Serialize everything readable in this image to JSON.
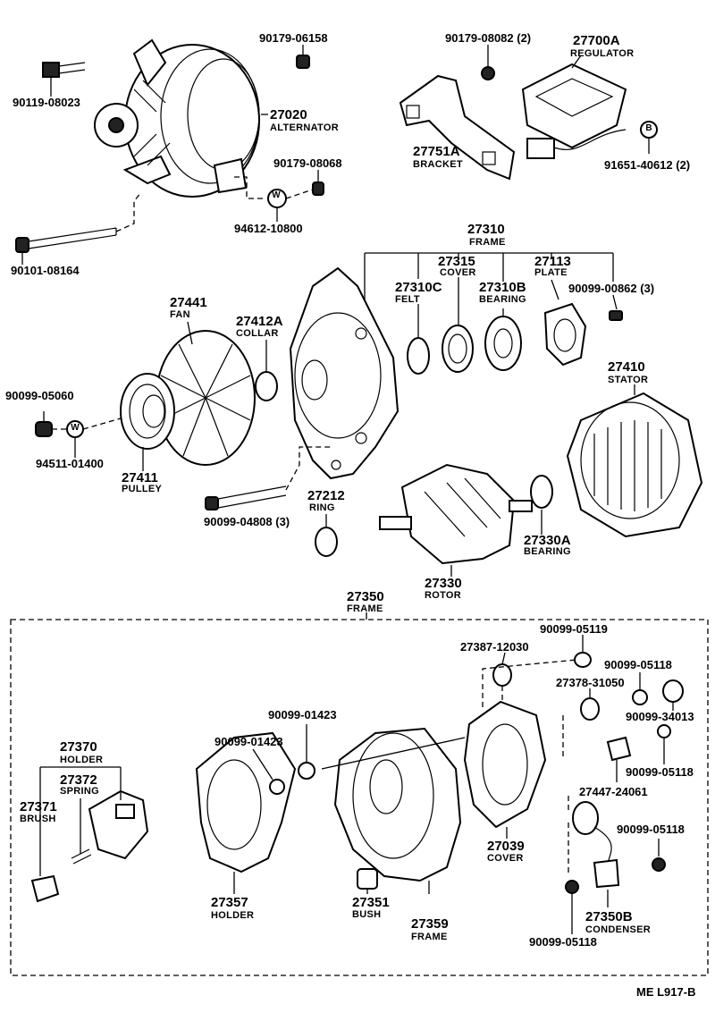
{
  "labels": {
    "p90179_06158": "90179-06158",
    "p90119_08023": "90119-08023",
    "p27020": "27020",
    "n_alternator": "ALTERNATOR",
    "p90179_08068": "90179-08068",
    "p94612_10800": "94612-10800",
    "p90101_08164": "90101-08164",
    "p90179_08082": "90179-08082 (2)",
    "p27700a": "27700A",
    "n_regulator": "REGULATOR",
    "p27751a": "27751A",
    "n_bracket": "BRACKET",
    "p91651_40612": "91651-40612 (2)",
    "p27310": "27310",
    "n_frame_top": "FRAME",
    "p27315": "27315",
    "n_cover_top": "COVER",
    "p27113": "27113",
    "n_plate": "PLATE",
    "p27310c": "27310C",
    "n_felt": "FELT",
    "p27310b": "27310B",
    "n_bearing_top": "BEARING",
    "p90099_00862": "90099-00862 (3)",
    "p27441": "27441",
    "n_fan": "FAN",
    "p27412a": "27412A",
    "n_collar": "COLLAR",
    "p27410": "27410",
    "n_stator": "STATOR",
    "p90099_05060": "90099-05060",
    "p94511_01400": "94511-01400",
    "p27411": "27411",
    "n_pulley": "PULLEY",
    "p27212": "27212",
    "n_ring": "RING",
    "p90099_04808": "90099-04808 (3)",
    "p27330a": "27330A",
    "n_bearing_mid": "BEARING",
    "p27330": "27330",
    "n_rotor": "ROTOR",
    "p27350": "27350",
    "n_frame_box": "FRAME",
    "p90099_05119": "90099-05119",
    "p27387_12030": "27387-12030",
    "p90099_05118_a": "90099-05118",
    "p27378_31050": "27378-31050",
    "p90099_34013": "90099-34013",
    "p90099_01423_a": "90099-01423",
    "p90099_01423_b": "90099-01423",
    "p27370": "27370",
    "n_holder_a": "HOLDER",
    "p27372": "27372",
    "n_spring": "SPRING",
    "p27371": "27371",
    "n_brush": "BRUSH",
    "p90099_05118_b": "90099-05118",
    "p27447_24061": "27447-24061",
    "p90099_05118_c": "90099-05118",
    "p27039": "27039",
    "n_cover_box": "COVER",
    "p27357": "27357",
    "n_holder_b": "HOLDER",
    "p27351": "27351",
    "n_bush": "BUSH",
    "p27359": "27359",
    "n_frame_bottom": "FRAME",
    "p27350b": "27350B",
    "n_condenser": "CONDENSER",
    "p90099_05118_d": "90099-05118",
    "ref_code": "ME  L917-B"
  },
  "callout_letters": {
    "w1": "W",
    "w2": "W",
    "b1": "B"
  }
}
